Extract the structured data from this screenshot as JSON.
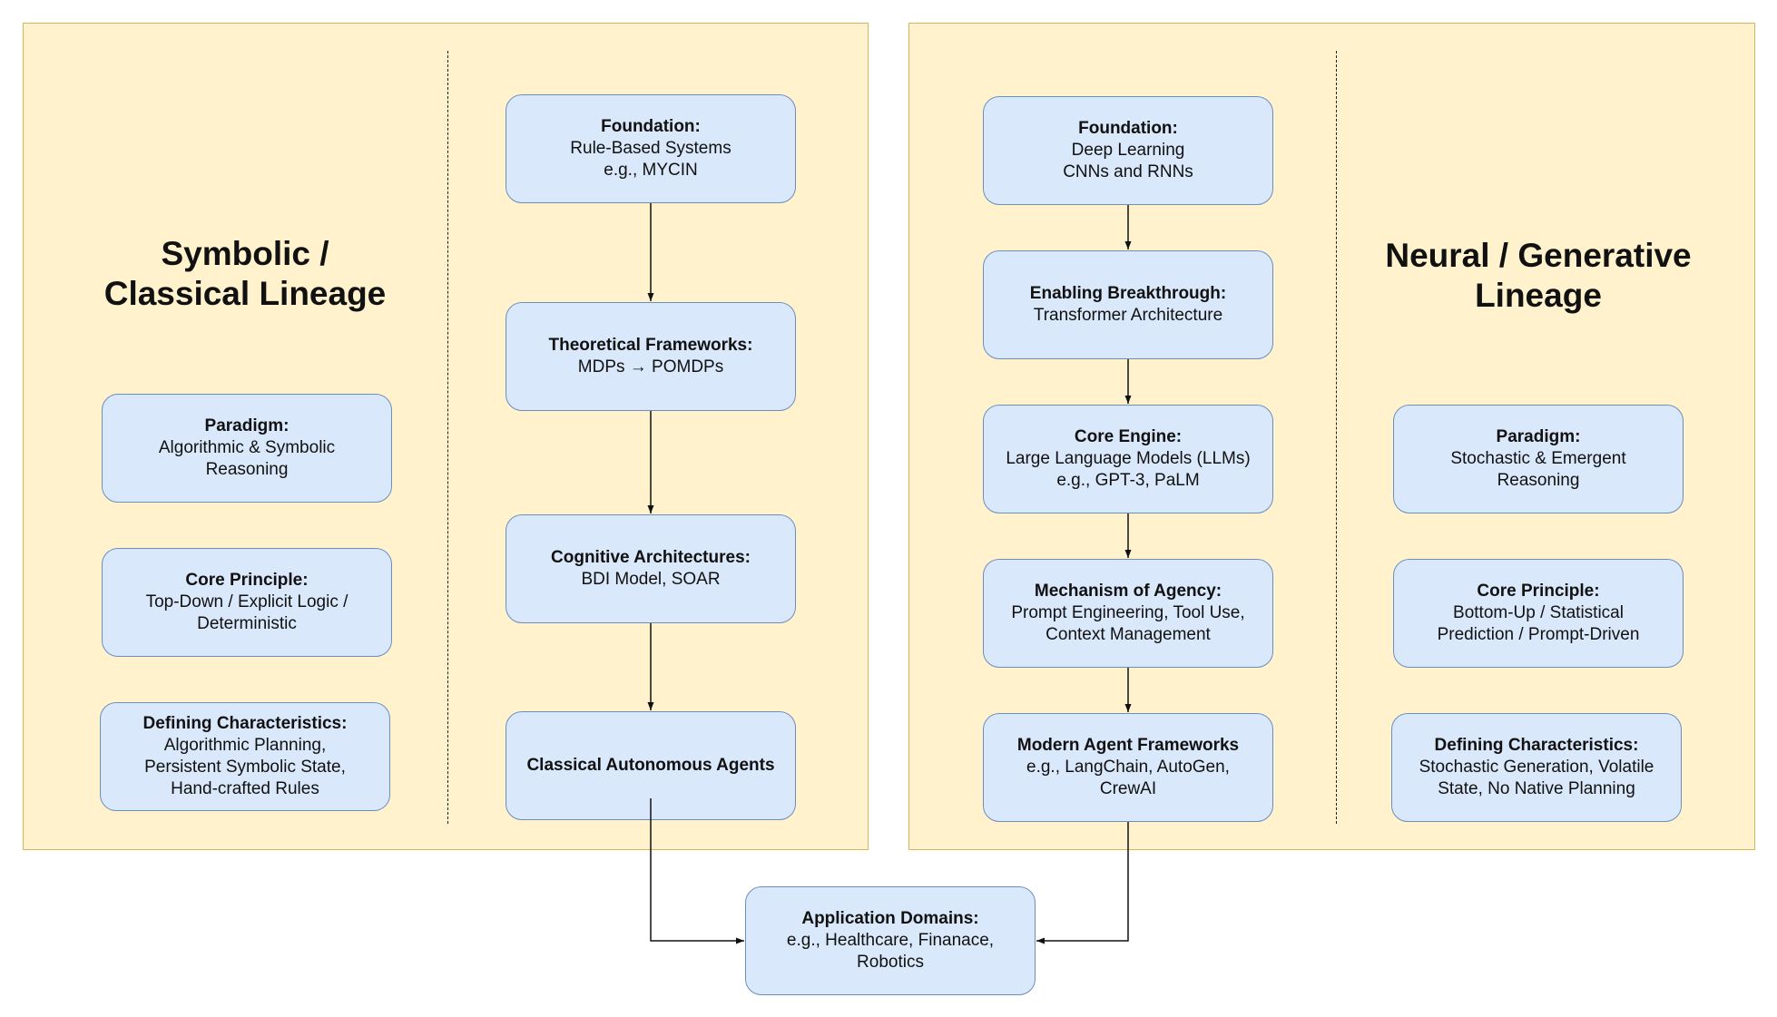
{
  "left": {
    "heading": [
      "Symbolic /",
      "Classical Lineage"
    ],
    "paradigm": {
      "title": "Paradigm:",
      "lines": [
        "Algorithmic & Symbolic",
        "Reasoning"
      ]
    },
    "principle": {
      "title": "Core Principle:",
      "lines": [
        "Top-Down / Explicit Logic  /",
        "Deterministic"
      ]
    },
    "characteristics": {
      "title": "Defining Characteristics:",
      "lines": [
        "Algorithmic Planning,",
        "Persistent Symbolic State,",
        "Hand-crafted Rules"
      ]
    },
    "flow": [
      {
        "title": "Foundation:",
        "lines": [
          "Rule-Based Systems",
          "e.g., MYCIN"
        ]
      },
      {
        "title": "Theoretical Frameworks:",
        "lines": [
          "MDPs → POMDPs"
        ]
      },
      {
        "title": "Cognitive Architectures:",
        "lines": [
          "BDI Model, SOAR"
        ]
      },
      {
        "title": "Classical Autonomous Agents",
        "lines": []
      }
    ]
  },
  "right": {
    "heading": [
      "Neural / Generative",
      "Lineage"
    ],
    "paradigm": {
      "title": "Paradigm:",
      "lines": [
        "Stochastic & Emergent",
        "Reasoning"
      ]
    },
    "principle": {
      "title": "Core Principle:",
      "lines": [
        "Bottom-Up / Statistical",
        "Prediction /  Prompt-Driven"
      ]
    },
    "characteristics": {
      "title": "Defining Characteristics:",
      "lines": [
        "Stochastic Generation, Volatile",
        "State, No Native Planning"
      ]
    },
    "flow": [
      {
        "title": "Foundation:",
        "lines": [
          "Deep Learning",
          "CNNs and RNNs"
        ]
      },
      {
        "title": "Enabling Breakthrough:",
        "lines": [
          "Transformer Architecture"
        ]
      },
      {
        "title": "Core Engine:",
        "lines": [
          "Large Language Models (LLMs)",
          "e.g., GPT-3, PaLM"
        ]
      },
      {
        "title": "Mechanism of Agency:",
        "lines": [
          "Prompt Engineering, Tool Use,",
          "Context Management"
        ]
      },
      {
        "title": "Modern Agent Frameworks",
        "lines": [
          "e.g., LangChain, AutoGen,",
          "CrewAI"
        ]
      }
    ]
  },
  "bottom": {
    "title": "Application Domains:",
    "lines": [
      "e.g., Healthcare, Finanace,",
      "Robotics"
    ]
  }
}
